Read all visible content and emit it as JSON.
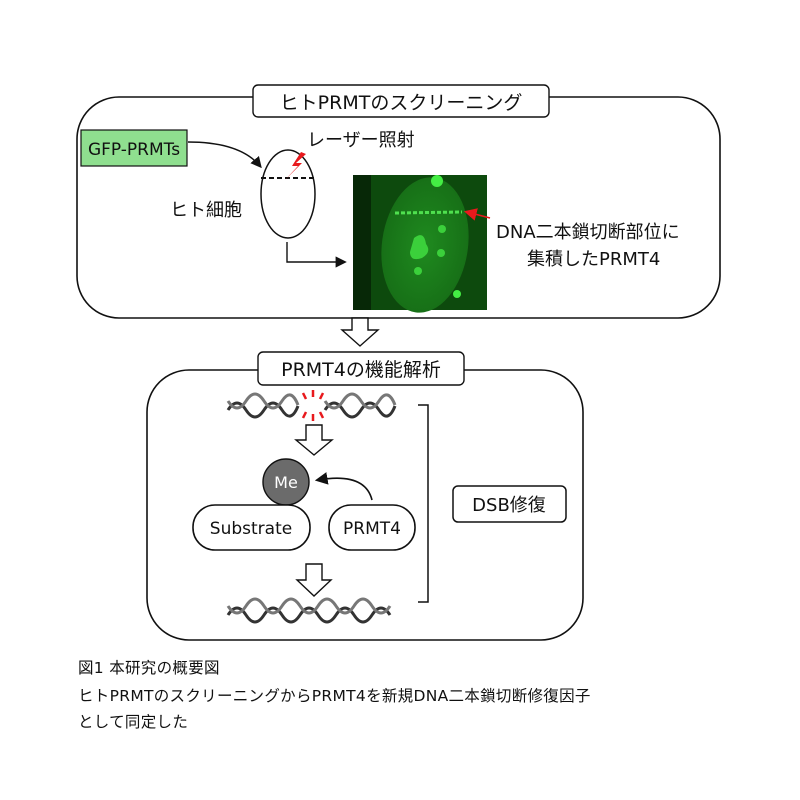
{
  "screening": {
    "title": "ヒトPRMTのスクリーニング",
    "gfp_label": "GFP-PRMTs",
    "laser_label": "レーザー照射",
    "cell_label": "ヒト細胞",
    "result_line1": "DNA二本鎖切断部位に",
    "result_line2": "集積したPRMT4"
  },
  "analysis": {
    "title": "PRMT4の機能解析",
    "me_label": "Me",
    "substrate_label": "Substrate",
    "prmt4_label": "PRMT4",
    "dsb_label": "DSB修復"
  },
  "caption": {
    "line1": "図1 本研究の概要図",
    "line2": "ヒトPRMTのスクリーニングからPRMT4を新規DNA二本鎖切断修復因子",
    "line3": "として同定した"
  },
  "colors": {
    "gfp_box": "#8fdf8f",
    "laser": "#e8191d",
    "me_circle": "#6b6b6b",
    "micro_bg": "#0b3d0b"
  }
}
